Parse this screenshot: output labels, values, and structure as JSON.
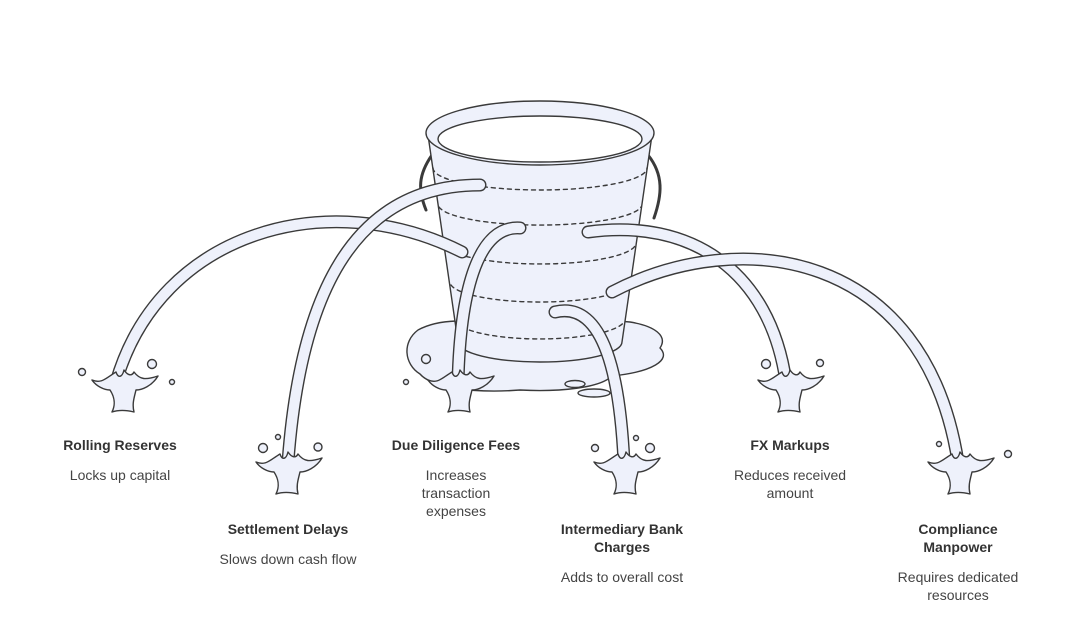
{
  "colors": {
    "stroke": "#3a3a3a",
    "fill": "#eef1fb",
    "text": "#333333"
  },
  "leaks": [
    {
      "title": "Rolling Reserves",
      "description": "Locks up capital"
    },
    {
      "title": "Settlement Delays",
      "description": "Slows down cash flow"
    },
    {
      "title": "Due Diligence Fees",
      "description": "Increases transaction expenses"
    },
    {
      "title": "Intermediary Bank Charges",
      "description": "Adds to overall cost"
    },
    {
      "title": "FX Markups",
      "description": "Reduces received amount"
    },
    {
      "title": "Compliance Manpower",
      "description": "Requires dedicated resources"
    }
  ]
}
